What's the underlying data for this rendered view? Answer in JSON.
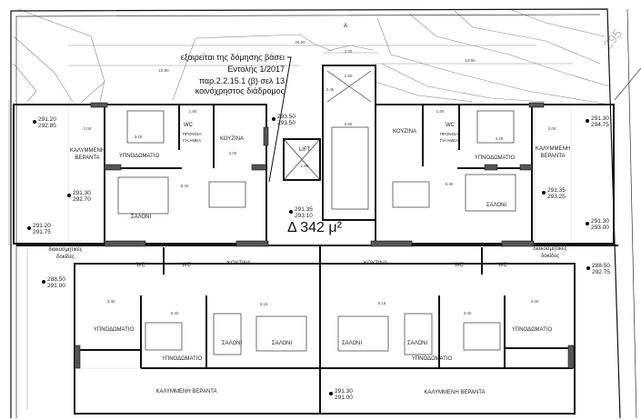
{
  "note": {
    "lines": [
      "εξαιρείται της δόμησης βάσει",
      "Εντολής 1/2017",
      "παρ.2.2.15.1 (β) σελ 13",
      "κοινόχρηστος διάδρομος"
    ]
  },
  "area_label": "Δ 342 μ²",
  "section_marker": "A",
  "rooms": {
    "top_left": {
      "veranda": [
        "ΚΑΛΥΜΜΕΝΗ",
        "ΒΕΡΑΝΤΑ"
      ],
      "bedroom": "ΥΠΝΟΔΩΜΑΤΙΟ",
      "wc": "WC",
      "accessible": [
        "ΠΡΟΝΟΙΑ",
        "ΓΙΑ ΑΜΕΑ"
      ],
      "kitchen": "ΚΟΥΖΙΝΑ",
      "living": "ΣΑΛΟΝΙ"
    },
    "core": {
      "lift": "LIFT"
    },
    "top_right": {
      "veranda": [
        "ΚΑΛΥΜΜΕΝΗ",
        "ΒΕΡΑΝΤΑ"
      ],
      "bedroom": "ΥΠΝΟΔΩΜΑΤΙΟ",
      "wc": "WC",
      "accessible": [
        "ΠΡΟΝΟΙΑ",
        "ΓΙΑ ΑΜΕΑ"
      ],
      "kitchen": "ΚΟΥΖΙΝΑ",
      "living": "ΣΑΛΟΝΙ"
    },
    "bottom_left": {
      "louvres": [
        "διακοσμητικές",
        "δοκίδες"
      ],
      "wc1": "WC",
      "wc2": "WC",
      "kitchen": "ΚΟΥΖΙΝΑ",
      "bedroom1": "ΥΠΝΟΔΩΜΑΤΙΟ",
      "bedroom2": "ΥΠΝΟΔΩΜΑΤΙΟ",
      "living1": "ΣΑΛΟΝΙ",
      "living2": "ΣΑΛΟΝΙ",
      "veranda": "ΚΑΛΥΜΜΕΝΗ ΒΕΡΑΝΤΑ"
    },
    "bottom_right": {
      "louvres": [
        "διακοσμητικές",
        "δοκίδες"
      ],
      "wc1": "WC",
      "wc2": "WC",
      "kitchen": "ΚΟΥΖΙΝΑ",
      "bedroom1": "ΥΠΝΟΔΩΜΑΤΙΟ",
      "bedroom2": "ΥΠΝΟΔΩΜΑΤΙΟ",
      "living1": "ΣΑΛΟΝΙ",
      "living2": "ΣΑΛΟΝΙ",
      "veranda": "ΚΑΛΥΜΜΕΝΗ ΒΕΡΑΝΤΑ"
    }
  },
  "elevations": [
    [
      "291.20",
      "292.85"
    ],
    [
      "291.30",
      "292.70"
    ],
    [
      "291.20",
      "291.75"
    ],
    [
      "293.50",
      "293.50"
    ],
    [
      "291.35",
      "293.10"
    ],
    [
      "291.30",
      "294.75"
    ],
    [
      "291.35",
      "293.25"
    ],
    [
      "291.30",
      "293.00"
    ],
    [
      "288.50",
      "291.00"
    ],
    [
      "288.50",
      "292.75"
    ],
    [
      "291.30",
      "291.00"
    ]
  ],
  "dimensions": [
    "26.00",
    "10.90",
    "3.00",
    "10.65",
    "2.50",
    "2.45",
    "2.50",
    "3.20",
    "1.80",
    "2.00",
    "8.40",
    "3.20",
    "1.80",
    "8.40",
    "2.00",
    "3.40",
    "3.40",
    "6.15",
    "3.40",
    "3.40",
    "6.15",
    "1.80",
    "2.00"
  ],
  "contour_label": "295"
}
